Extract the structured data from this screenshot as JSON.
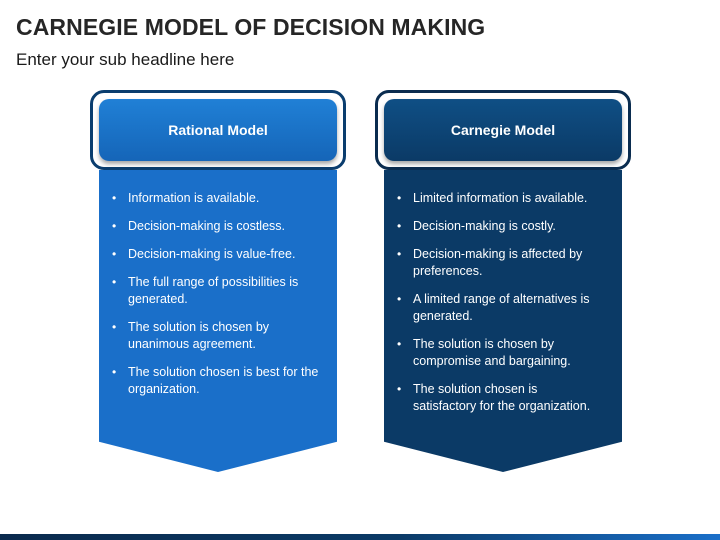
{
  "header": {
    "title": "CARNEGIE MODEL OF DECISION MAKING",
    "subtitle": "Enter your sub headline here"
  },
  "columns": [
    {
      "title": "Rational Model",
      "color": "#1a6fc9",
      "items": [
        "Information is available.",
        "Decision-making is costless.",
        "Decision-making is value-free.",
        "The full range of possibilities is generated.",
        "The solution is chosen by unanimous agreement.",
        "The solution chosen is best for the organization."
      ]
    },
    {
      "title": "Carnegie Model",
      "color": "#0b3a66",
      "items": [
        "Limited information is available.",
        "Decision-making is costly.",
        "Decision-making is affected by preferences.",
        "A limited range of alternatives is generated.",
        "The solution is chosen by compromise and bargaining.",
        "The solution chosen is satisfactory for the organization."
      ]
    }
  ]
}
